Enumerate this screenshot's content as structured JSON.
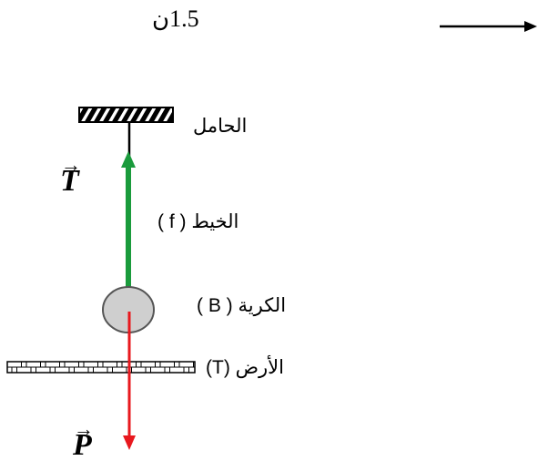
{
  "scale": {
    "value_label": "1.5ن"
  },
  "labels": {
    "support": "الحامل",
    "string": "الخيط  ( f )",
    "ball": "الكرية  ( B )",
    "ground": "الأرض (T)"
  },
  "forces": {
    "tension": {
      "symbol": "T",
      "arrow": "→",
      "color": "#1a9b3c"
    },
    "weight": {
      "symbol": "P",
      "arrow": "→",
      "color": "#e8181e"
    }
  },
  "colors": {
    "ball_fill": "#cfcfcf",
    "ball_stroke": "#555555",
    "ink": "#000000"
  }
}
